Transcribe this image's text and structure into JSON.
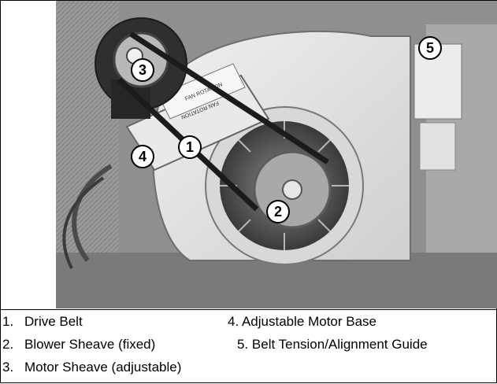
{
  "callouts": {
    "c1": "1",
    "c2": "2",
    "c3": "3",
    "c4": "4",
    "c5": "5"
  },
  "captions": [
    {
      "num": "1.",
      "text": "Drive Belt"
    },
    {
      "num": "2.",
      "text": "Blower Sheave (fixed)"
    },
    {
      "num": "3.",
      "text": "Motor Sheave (adjustable)"
    },
    {
      "num": "",
      "text": "4. Adjustable Motor Base"
    },
    {
      "num": "",
      "text": "5. Belt Tension/Alignment Guide"
    }
  ],
  "photo_labels": {
    "plate_a": "FAN ROTATION",
    "plate_b": "FAN ROTATION"
  }
}
